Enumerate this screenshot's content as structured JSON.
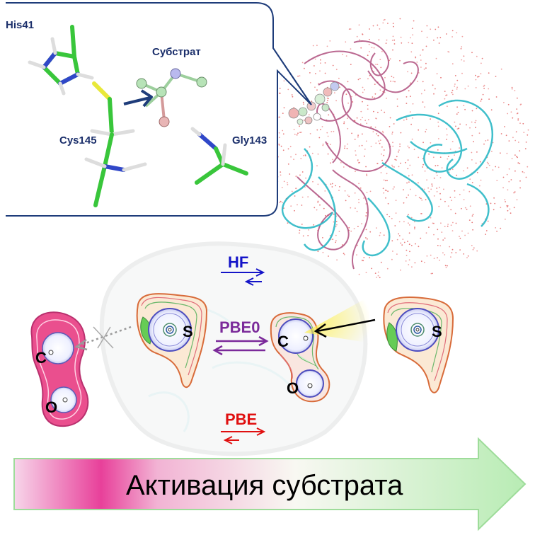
{
  "inset": {
    "residues": {
      "his": "His41",
      "cys": "Cys145",
      "gly": "Gly143",
      "substrate": "Субстрат"
    }
  },
  "methods": {
    "hf": "HF",
    "pbe0": "PBE0",
    "pbe": "PBE"
  },
  "atoms": {
    "c_left": "C",
    "o_left": "O",
    "s_mid": "S",
    "c_mid": "C",
    "o_mid": "O",
    "s_right": "S"
  },
  "banner": {
    "label": "Активация субстрата"
  },
  "colors": {
    "hf": "#1414c8",
    "pbe0": "#7b2a9a",
    "pbe": "#e01010",
    "residue_label": "#1b2f6b",
    "carbon_stick": "#39c63b",
    "protein_magenta": "#b0507e",
    "protein_cyan": "#2cb9c6"
  }
}
